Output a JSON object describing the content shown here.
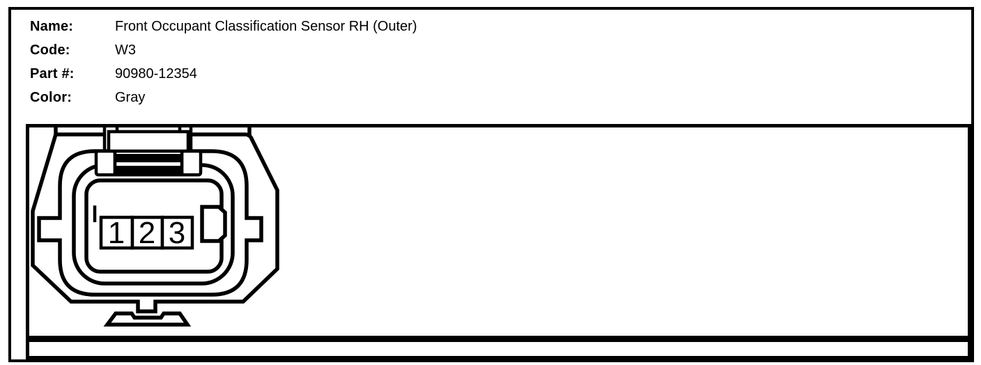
{
  "page": {
    "background_color": "#ffffff",
    "line_color": "#000000"
  },
  "header": {
    "rows": [
      {
        "label": "Name:",
        "value": "Front Occupant Classification Sensor RH (Outer)"
      },
      {
        "label": "Code:",
        "value": "W3"
      },
      {
        "label": "Part #:",
        "value": "90980-12354"
      },
      {
        "label": "Color:",
        "value": "Gray"
      }
    ]
  },
  "connector": {
    "description": "3-pin connector face view line drawing",
    "pins": [
      {
        "number": "1"
      },
      {
        "number": "2"
      },
      {
        "number": "3"
      }
    ]
  },
  "empty_row": {
    "content": ""
  }
}
